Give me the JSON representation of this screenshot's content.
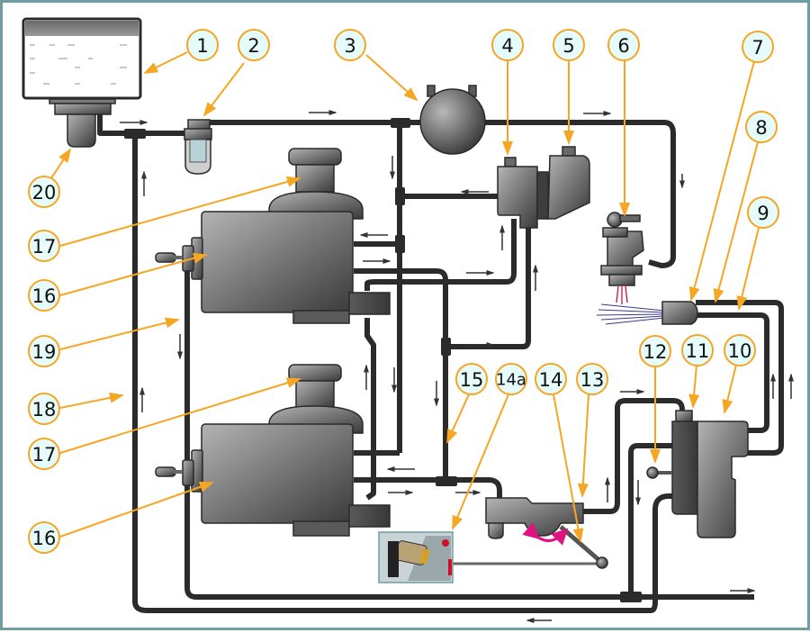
{
  "diagram": {
    "title": "Fuel system schematic with numbered component callouts",
    "colors": {
      "border": "#6f9ea0",
      "pipe": "#2b2b2b",
      "leader": "#f5a623",
      "callout_fill": "#e6fbfb",
      "component": "#6e6e6e",
      "fuel_spray": "#d0103a",
      "air_spray": "#3a3a8a",
      "motion_arrow": "#e0147f"
    },
    "callouts": [
      {
        "id": "1",
        "label": "1",
        "target": "fuel-tank"
      },
      {
        "id": "2",
        "label": "2",
        "target": "fuel-filter"
      },
      {
        "id": "3",
        "label": "3",
        "target": "fuel-pump"
      },
      {
        "id": "4",
        "label": "4",
        "target": "pressure-regulator"
      },
      {
        "id": "5",
        "label": "5",
        "target": "control-unit"
      },
      {
        "id": "6",
        "label": "6",
        "target": "injector"
      },
      {
        "id": "7",
        "label": "7",
        "target": "burner-nozzle"
      },
      {
        "id": "8",
        "label": "8",
        "target": "supply-line-a"
      },
      {
        "id": "9",
        "label": "9",
        "target": "supply-line-b"
      },
      {
        "id": "10",
        "label": "10",
        "target": "metering-unit"
      },
      {
        "id": "11",
        "label": "11",
        "target": "metering-valve"
      },
      {
        "id": "12",
        "label": "12",
        "target": "control-knob"
      },
      {
        "id": "13",
        "label": "13",
        "target": "throttle-body"
      },
      {
        "id": "14",
        "label": "14",
        "target": "throttle-lever"
      },
      {
        "id": "14a",
        "label": "14a",
        "target": "photo-inset"
      },
      {
        "id": "15",
        "label": "15",
        "target": "return-junction"
      },
      {
        "id": "16a",
        "label": "16",
        "target": "engine-upper"
      },
      {
        "id": "16b",
        "label": "16",
        "target": "engine-lower"
      },
      {
        "id": "17a",
        "label": "17",
        "target": "air-intake-upper"
      },
      {
        "id": "17b",
        "label": "17",
        "target": "air-intake-lower"
      },
      {
        "id": "18",
        "label": "18",
        "target": "return-line"
      },
      {
        "id": "19",
        "label": "19",
        "target": "supply-line"
      },
      {
        "id": "20",
        "label": "20",
        "target": "sediment-bowl"
      }
    ],
    "inset": {
      "name": "photo-inset",
      "description": "photo of component 14a"
    }
  }
}
